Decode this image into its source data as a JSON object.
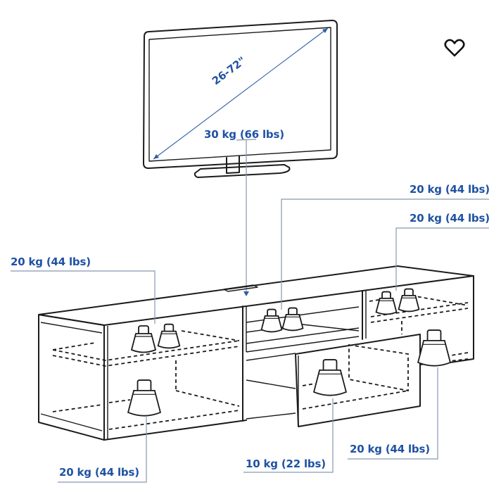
{
  "diagram": {
    "title": "TV bench load capacity",
    "tv": {
      "screen_size_label": "26-72\"",
      "max_weight_label": "30 kg (66 lbs)"
    },
    "load_labels": {
      "left_upper_shelf": "20 kg (44 lbs)",
      "left_bottom": "20 kg (44 lbs)",
      "middle_shelf": "20 kg (44 lbs)",
      "right_upper_shelf": "20 kg (44 lbs)",
      "right_bottom": "20 kg (44 lbs)",
      "drawer": "10 kg (22 lbs)"
    },
    "accent_color": "#1f52a3"
  },
  "actions": {
    "favorite_icon": "heart-outline-icon"
  }
}
